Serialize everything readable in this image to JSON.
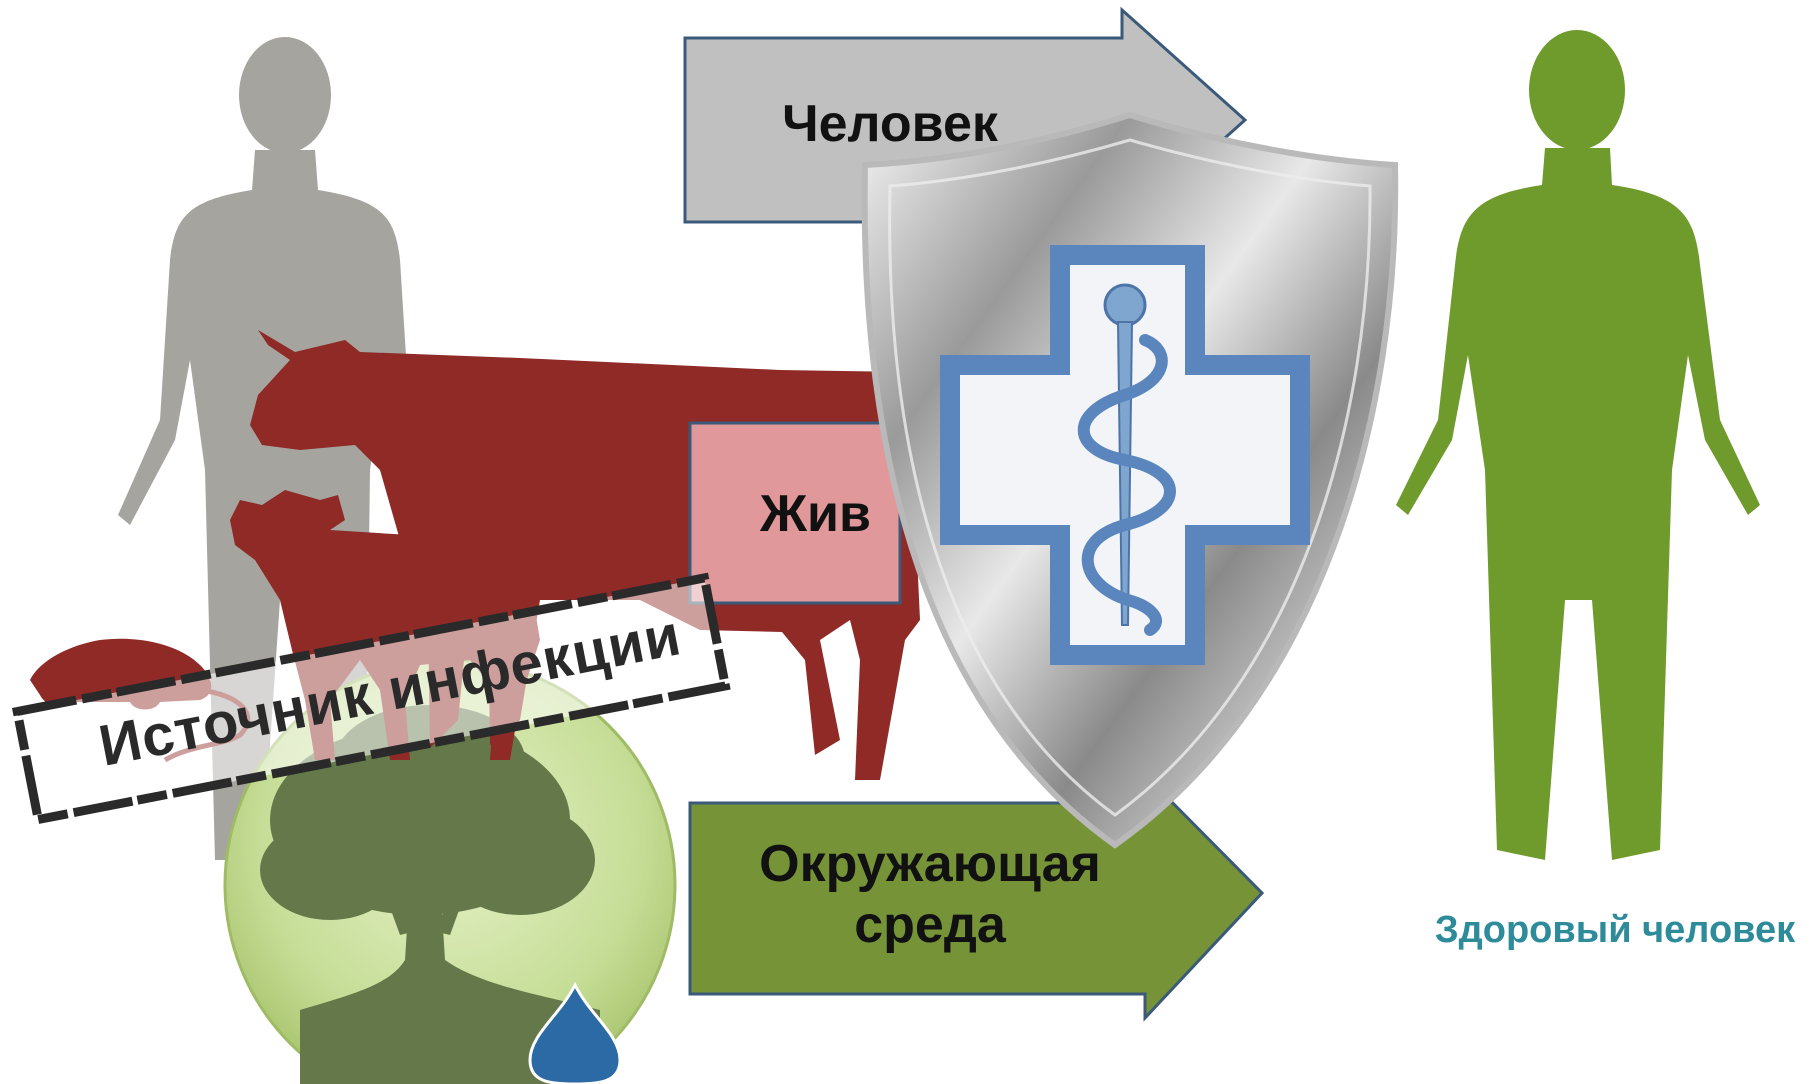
{
  "labels": {
    "human_arrow": "Человек",
    "animal_arrow": "Жив",
    "environment_arrow_line1": "Окружающая",
    "environment_arrow_line2": "среда",
    "infection_source_stamp": "Источник инфекции",
    "healthy_person": "Здоровый человек"
  },
  "colors": {
    "human_arrow_fill": "#c0c0c0",
    "animal_arrow_fill": "#e0989a",
    "environment_arrow_fill": "#769437",
    "arrow_border": "#3b5a7a",
    "sick_human": "#a6a49f",
    "animals": "#8f2a27",
    "healthy_human": "#6f9a2c",
    "environment_circle": "#c6dd97",
    "tree": "#64784a",
    "water_drop": "#2c6aa6",
    "shield_cross": "#5a86bd",
    "healthy_caption": "#2e8b9a"
  },
  "icons": [
    "sick-human-silhouette",
    "cow-silhouette",
    "calf-silhouette",
    "rat-silhouette",
    "tree-icon",
    "water-drop-icon",
    "medical-shield-icon",
    "caduceus-icon",
    "healthy-human-silhouette"
  ]
}
